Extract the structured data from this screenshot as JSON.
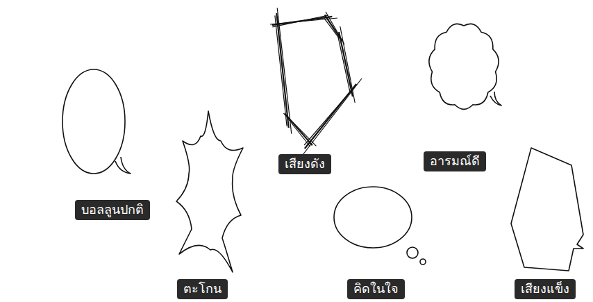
{
  "diagram": {
    "nodes": [
      {
        "text": [
          "บอลลูนปกติ"
        ]
      },
      {
        "text": [
          "ตะโกน"
        ]
      },
      {
        "text": [
          "เสียงดัง"
        ]
      },
      {
        "text": [
          "คิดในใจ"
        ]
      },
      {
        "text": [
          "อารมณ์ดี"
        ]
      },
      {
        "text": [
          "เสียงแข็ง"
        ]
      }
    ]
  }
}
